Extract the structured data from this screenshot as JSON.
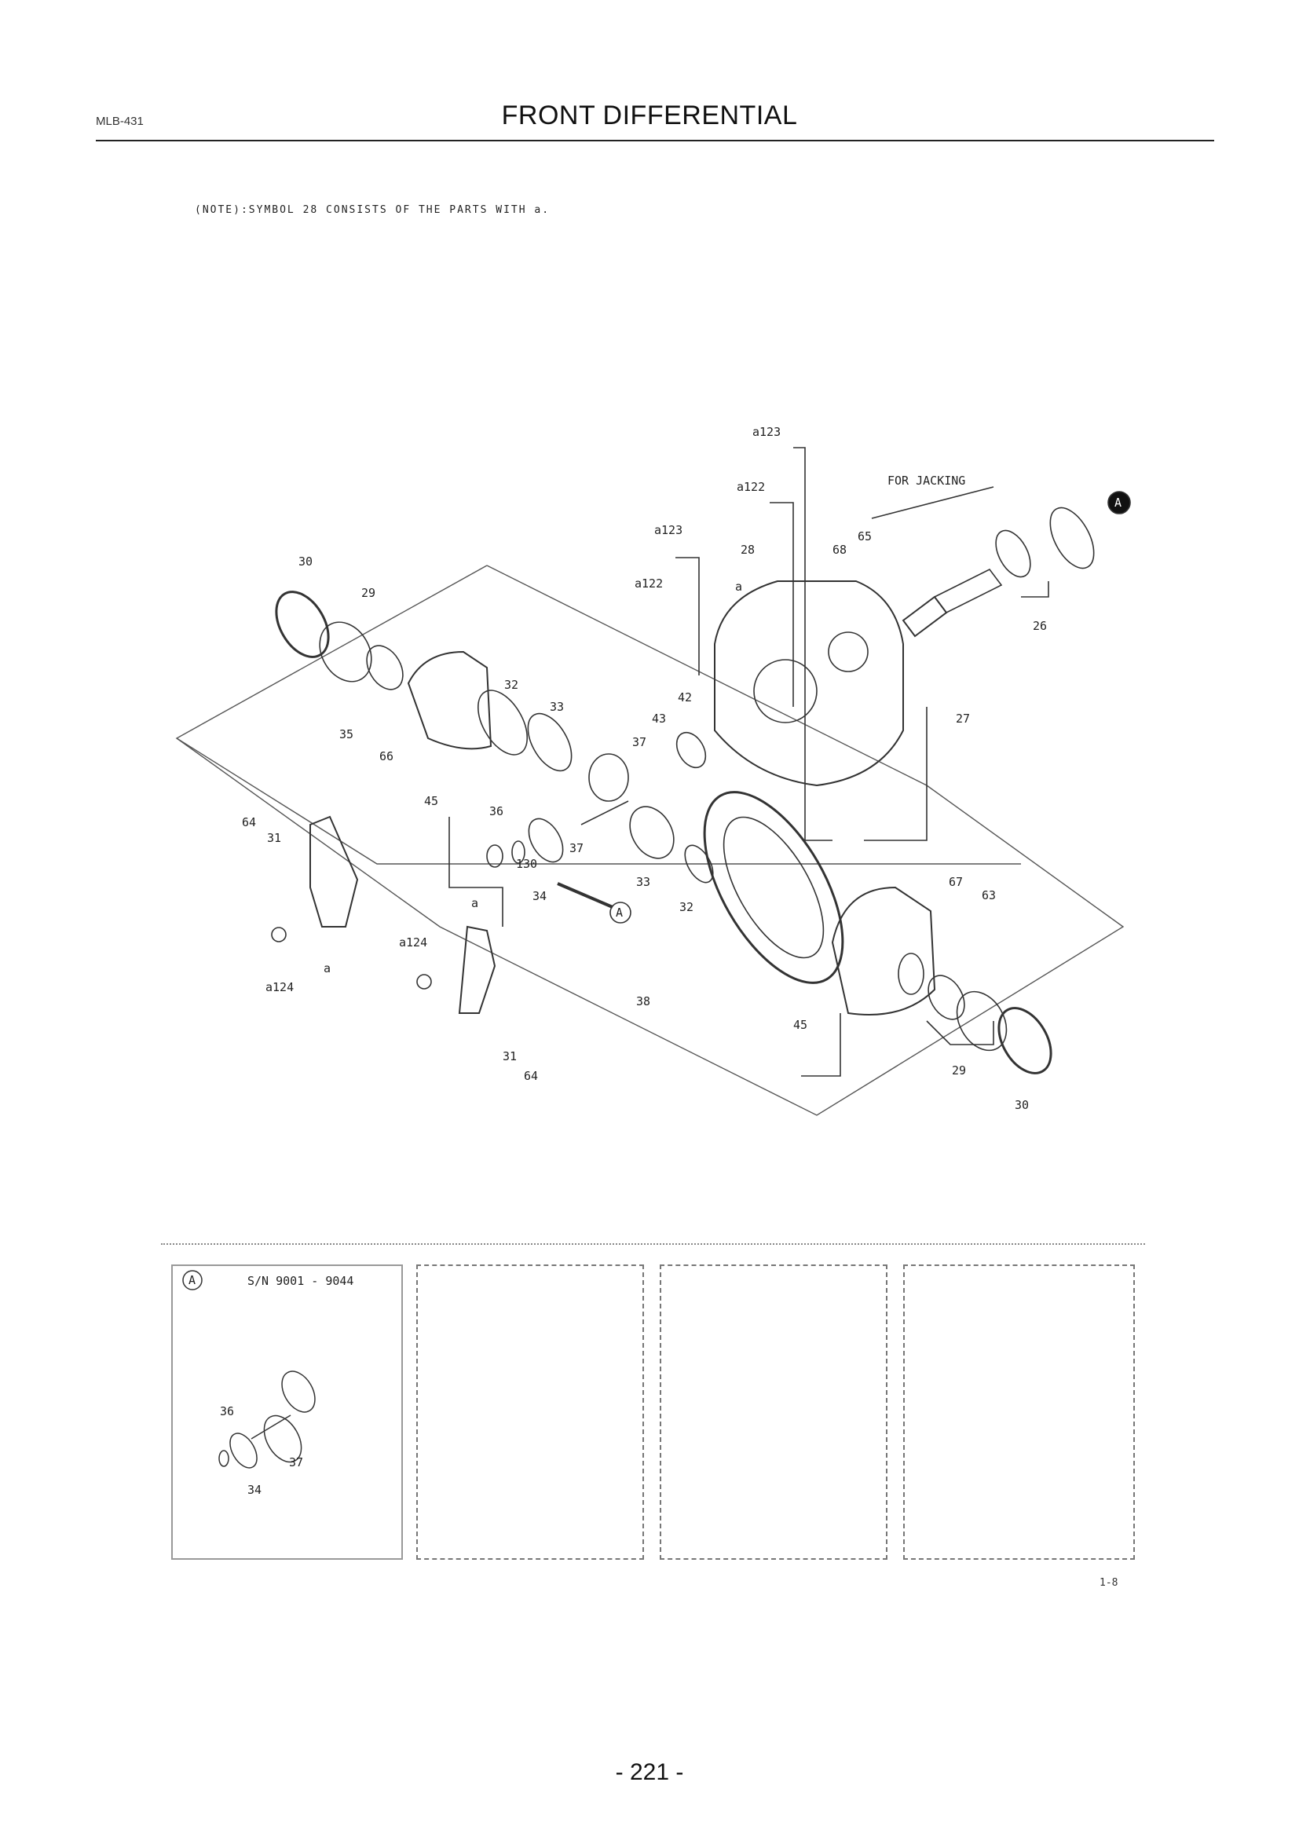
{
  "header": {
    "code": "MLB-431",
    "title": "FRONT DIFFERENTIAL"
  },
  "note": "(NOTE):SYMBOL 28 CONSISTS OF THE PARTS WITH a.",
  "diagram": {
    "callouts": {
      "a123_top": "a123",
      "a122_top": "a122",
      "for_jacking": "FOR JACKING",
      "a123_mid": "a123",
      "c28": "28",
      "a_28": "a",
      "a122_mid": "a122",
      "c68": "68",
      "c65": "65",
      "c26": "26",
      "c30_left": "30",
      "c29_left": "29",
      "c27": "27",
      "c32_top": "32",
      "c33_top": "33",
      "c42": "42",
      "c43": "43",
      "c37_top": "37",
      "c35": "35",
      "c66": "66",
      "c45_left": "45",
      "c36": "36",
      "c130": "130",
      "c37_bottom": "37",
      "c34": "34",
      "c33_bottom": "33",
      "c32_bottom": "32",
      "c64_left": "64",
      "c31_left": "31",
      "a124_left": "a124",
      "a_left": "a",
      "a124_mid": "a124",
      "a_mid": "a",
      "c38": "38",
      "c31_bottom": "31",
      "c64_bottom": "64",
      "c67": "67",
      "c63": "63",
      "c45_right": "45",
      "c29_right": "29",
      "c30_right": "30",
      "view_A": "A",
      "marker_A": "A"
    }
  },
  "sub_panel": {
    "label": "A",
    "serial": "S/N 9001 - 9044",
    "callouts": {
      "c36": "36",
      "c37": "37",
      "c34": "34"
    }
  },
  "reference": "1-8",
  "page_number": "- 221 -"
}
